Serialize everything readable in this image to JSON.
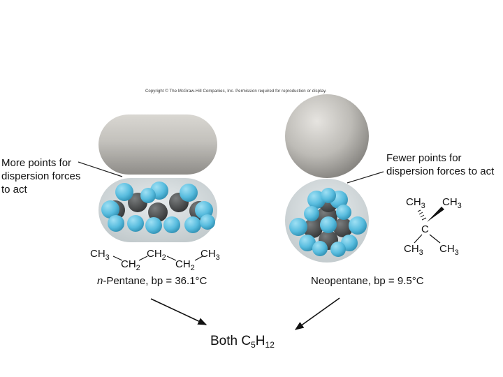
{
  "copyright": "Copyright © The McGraw-Hill Companies, Inc. Permission required for reproduction or display.",
  "left_note": {
    "line1": "More points for",
    "line2": "dispersion forces",
    "line3": "to act"
  },
  "right_note": {
    "line1": "Fewer points for",
    "line2": "dispersion forces to act"
  },
  "n_pentane": {
    "name_prefix": "n",
    "name_rest": "-Pentane, bp = 36.1°C",
    "formula": [
      "CH3",
      "CH2",
      "CH2",
      "CH2",
      "CH3"
    ]
  },
  "neopentane": {
    "name": "Neopentane, bp = 9.5°C",
    "formula": [
      "CH3",
      "CH3",
      "C",
      "CH3",
      "CH3"
    ]
  },
  "summary": {
    "prefix": "Both C",
    "sub1": "5",
    "mid": "H",
    "sub2": "12"
  },
  "colors": {
    "hydrogen": "#5bbfe0",
    "carbon": "#4a4d4e",
    "shape_gray": "#b7b5b0",
    "shell": "#c8d0d2"
  }
}
